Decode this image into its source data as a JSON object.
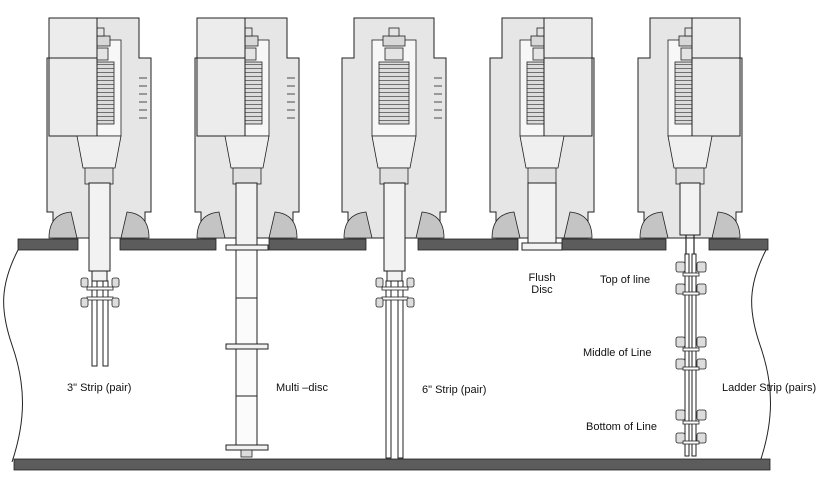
{
  "labels": {
    "strip3": "3\" Strip (pair)",
    "multidisc": "Multi –disc",
    "strip6": "6\" Strip (pair)",
    "flush_line1": "Flush",
    "flush_line2": "Disc",
    "top": "Top of line",
    "middle": "Middle of Line",
    "bottom": "Bottom of Line",
    "ladder": "Ladder Strip (pairs)"
  },
  "colors": {
    "pipe_wall": "#5c5c5c",
    "fitting_fill": "#e6e6e6",
    "fitting_shadow": "#c4c4c4",
    "outline": "#222222"
  }
}
